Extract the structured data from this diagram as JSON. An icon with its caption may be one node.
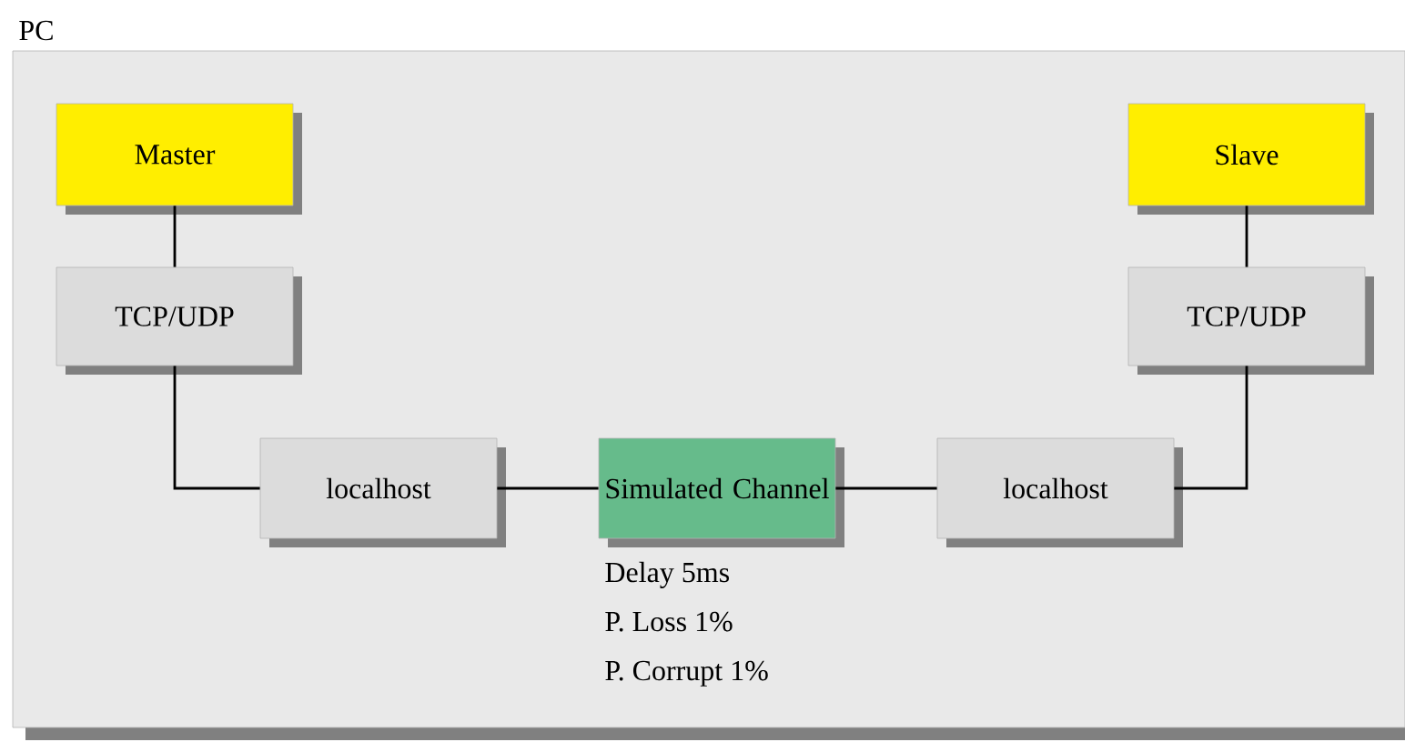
{
  "diagram": {
    "nodes": [
      {
        "text": [
          "PC"
        ]
      },
      {
        "text": [
          "Master"
        ],
        "in": 0
      },
      {
        "text": [
          "TCP/UDP"
        ],
        "in": 0
      },
      {
        "text": [
          "localhost"
        ],
        "in": 0
      },
      {
        "text": [
          "Simulated Channel"
        ],
        "in": 0,
        "beside": [
          "Delay 5ms",
          "P. Loss 1%",
          "P. Corrupt 1%"
        ]
      },
      {
        "text": [
          "localhost"
        ],
        "in": 0
      },
      {
        "text": [
          "TCP/UDP"
        ],
        "in": 0
      },
      {
        "text": [
          "Slave"
        ],
        "in": 0
      }
    ],
    "edges": [
      {
        "from": 1,
        "to": 2,
        "arrow": "none"
      },
      {
        "from": 2,
        "to": 3,
        "arrow": "none"
      },
      {
        "from": 3,
        "to": 4,
        "arrow": "none"
      },
      {
        "from": 4,
        "to": 5,
        "arrow": "none"
      },
      {
        "from": 5,
        "to": 6,
        "arrow": "none"
      },
      {
        "from": 6,
        "to": 7,
        "arrow": "none"
      }
    ]
  }
}
